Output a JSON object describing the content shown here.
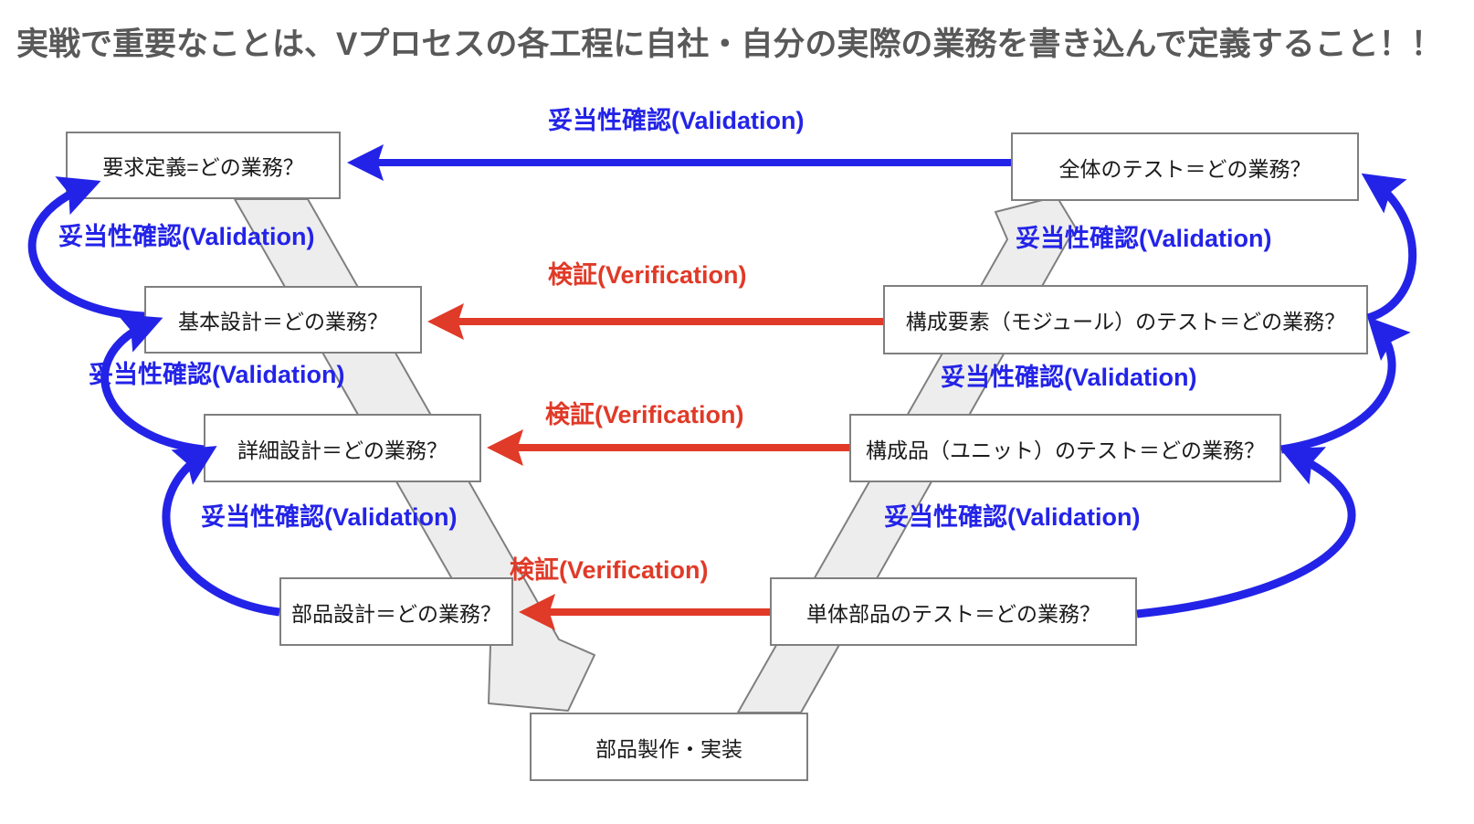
{
  "title": "実戦で重要なことは、Vプロセスの各工程に自社・自分の実際の業務を書き込んで定義すること！！",
  "labels": {
    "validation": "妥当性確認(Validation)",
    "verification": "検証(Verification)"
  },
  "boxes": {
    "left": [
      {
        "label": "要求定義=どの業務？"
      },
      {
        "label": "基本設計＝どの業務？"
      },
      {
        "label": "詳細設計＝どの業務？"
      },
      {
        "label": "部品設計＝どの業務？"
      }
    ],
    "right": [
      {
        "label": "全体のテスト＝どの業務？"
      },
      {
        "label": "構成要素（モジュール）のテスト＝どの業務？"
      },
      {
        "label": "構成品（ユニット）のテスト＝どの業務？"
      },
      {
        "label": "単体部品のテスト＝どの業務？"
      }
    ],
    "bottom": {
      "label": "部品製作・実装"
    }
  },
  "colors": {
    "validation_blue": "#2323e8",
    "verification_red": "#e03a28",
    "title_gray": "#595959",
    "box_border": "#7f7f7f",
    "box_text": "#1a1a1a",
    "band_fill": "#ededed",
    "band_stroke": "#7f7f7f"
  }
}
